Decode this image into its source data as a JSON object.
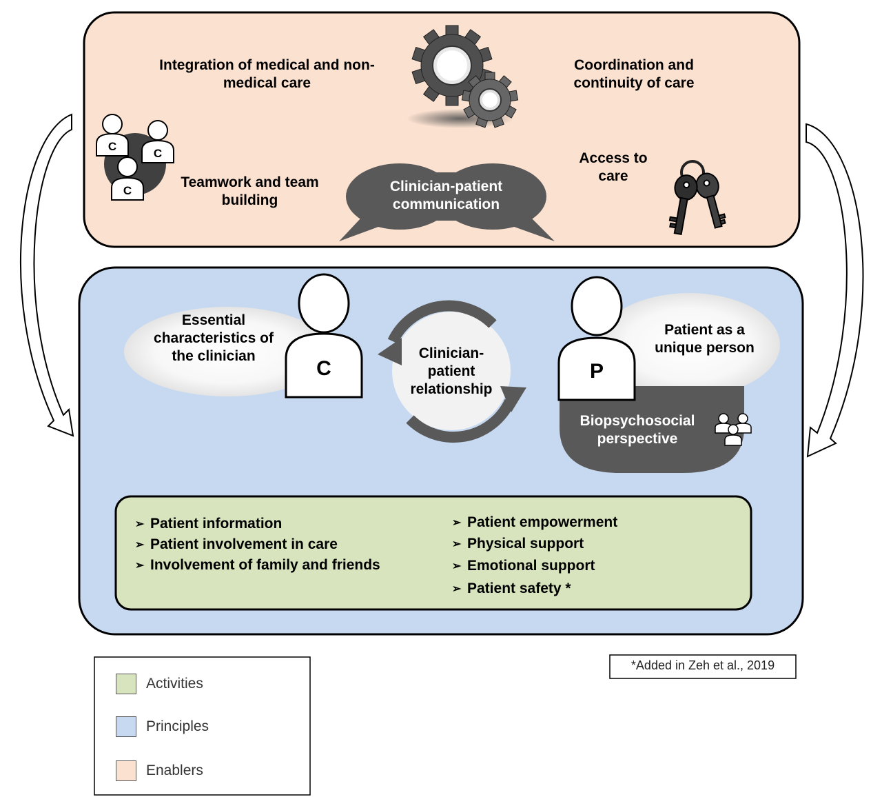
{
  "enablers": {
    "integration": "Integration of medical and non-medical care",
    "coordination": "Coordination and continuity of care",
    "teamwork": "Teamwork and team building",
    "communication": "Clinician-patient communication",
    "access": "Access to care",
    "team_badge_letter": "C"
  },
  "principles": {
    "clinician_characteristics": "Essential characteristics of the clinician",
    "clinician_letter": "C",
    "relationship": "Clinician-patient relationship",
    "patient_letter": "P",
    "unique_person": "Patient as a unique person",
    "biopsychosocial": "Biopsychosocial perspective"
  },
  "activities": {
    "left": [
      "Patient information",
      "Patient involvement in care",
      "Involvement of family and friends"
    ],
    "right": [
      "Patient empowerment",
      "Physical support",
      "Emotional support",
      "Patient safety *"
    ]
  },
  "footnote": "*Added in Zeh et al., 2019",
  "legend": [
    {
      "label": "Activities",
      "color": "#d7e4bd"
    },
    {
      "label": "Principles",
      "color": "#c6d9f1"
    },
    {
      "label": "Enablers",
      "color": "#fbe1d0"
    }
  ],
  "colors": {
    "enablers_bg": "#fbe1d0",
    "principles_bg": "#c6d9f1",
    "activities_bg": "#d7e4bd",
    "dark_gray": "#595959"
  },
  "icons": [
    "gears-icon",
    "team-icon",
    "speech-bubbles-icon",
    "keys-icon",
    "person-icon",
    "cycle-arrows-icon",
    "group-icon",
    "arrow-icon"
  ]
}
